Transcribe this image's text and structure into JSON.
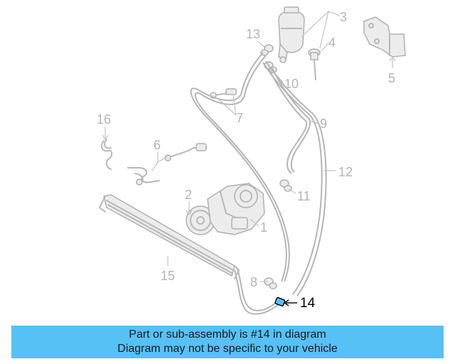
{
  "diagram": {
    "callouts": {
      "c1": "1",
      "c2": "2",
      "c3": "3",
      "c4": "4",
      "c5": "5",
      "c6": "6",
      "c7": "7",
      "c8": "8",
      "c9": "9",
      "c10": "10",
      "c11": "11",
      "c12": "12",
      "c13": "13",
      "c14": "14",
      "c15": "15",
      "c16": "16"
    },
    "highlighted_part": "14",
    "highlight_color": "#56c1f5"
  },
  "banner": {
    "line1": "Part or sub-assembly is #14 in diagram",
    "line2": "Diagram may not be specific to your vehicle",
    "background": "#56c1f5"
  }
}
